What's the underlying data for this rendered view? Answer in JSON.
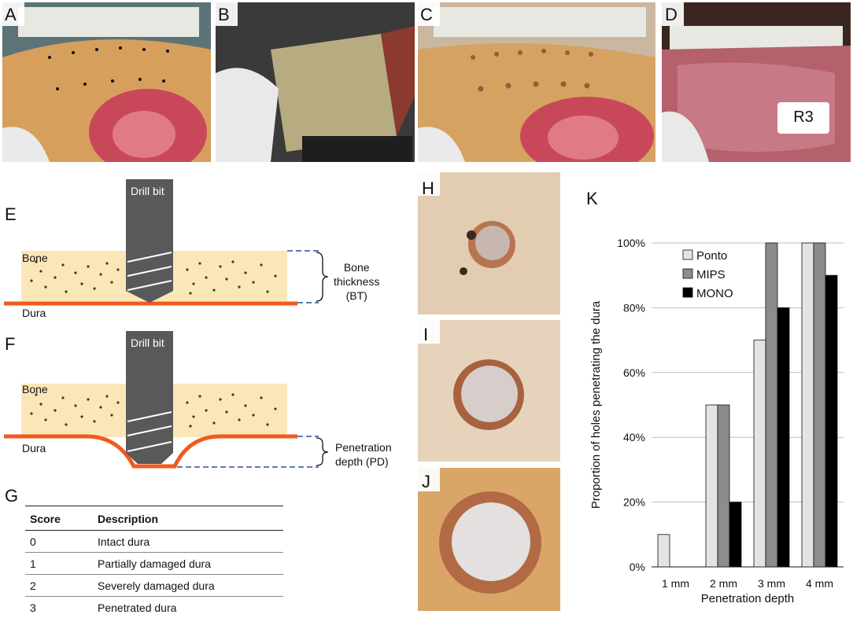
{
  "panels": {
    "A": "A",
    "B": "B",
    "C": "C",
    "D": "D",
    "E": "E",
    "F": "F",
    "G": "G",
    "H": "H",
    "I": "I",
    "J": "J",
    "K": "K"
  },
  "photo_label_D": "R3",
  "diagram_E": {
    "drill_label": "Drill bit",
    "bone_label": "Bone",
    "dura_label": "Dura",
    "bracket_label_line1": "Bone",
    "bracket_label_line2": "thickness",
    "bracket_label_line3": "(BT)"
  },
  "diagram_F": {
    "drill_label": "Drill bit",
    "bone_label": "Bone",
    "dura_label": "Dura",
    "bracket_label_line1": "Penetration",
    "bracket_label_line2": "depth (PD)"
  },
  "table": {
    "headers": [
      "Score",
      "Description"
    ],
    "rows": [
      [
        "0",
        "Intact dura"
      ],
      [
        "1",
        "Partially damaged dura"
      ],
      [
        "2",
        "Severely damaged dura"
      ],
      [
        "3",
        "Penetrated dura"
      ]
    ]
  },
  "chart_data": {
    "type": "bar",
    "categories": [
      "1 mm",
      "2 mm",
      "3 mm",
      "4 mm"
    ],
    "series": [
      {
        "name": "Ponto",
        "values": [
          10,
          50,
          70,
          100
        ],
        "color": "#e3e3e3"
      },
      {
        "name": "MIPS",
        "values": [
          0,
          50,
          100,
          100
        ],
        "color": "#8c8c8c"
      },
      {
        "name": "MONO",
        "values": [
          0,
          20,
          80,
          90
        ],
        "color": "#000000"
      }
    ],
    "xlabel": "Penetration depth",
    "ylabel": "Proportion of holes penetrating the dura",
    "ylim": [
      0,
      100
    ],
    "yticks": [
      "0%",
      "20%",
      "40%",
      "60%",
      "80%",
      "100%"
    ],
    "grid": true,
    "legend": "top-left"
  }
}
